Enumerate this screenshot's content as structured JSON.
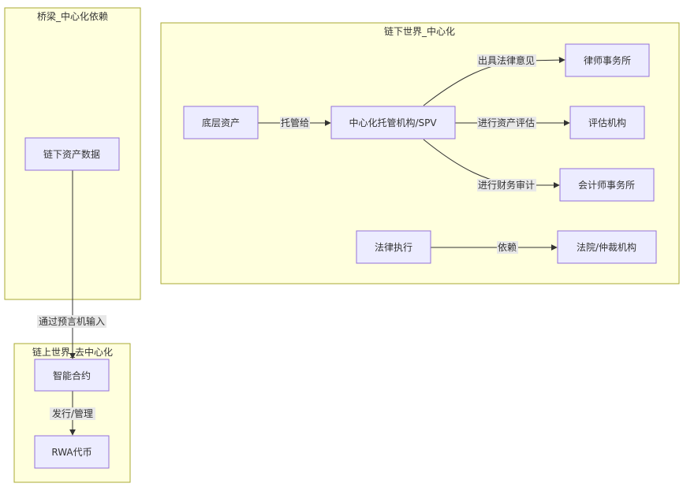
{
  "colors": {
    "cluster_fill": "#ffffde",
    "cluster_stroke": "#aaaa33",
    "node_fill": "#ececff",
    "node_stroke": "#9370db",
    "edge": "#333333",
    "edge_label_bg": "#e8e8e8"
  },
  "clusters": {
    "bridge": "桥梁_中心化依赖",
    "offchain": "链下世界_中心化",
    "onchain": "链上世界_去中心化"
  },
  "nodes": {
    "offchain_data": "链下资产数据",
    "underlying": "底层资产",
    "spv": "中心化托管机构/SPV",
    "law_firm": "律师事务所",
    "appraiser": "评估机构",
    "accounting": "会计师事务所",
    "enforcement": "法律执行",
    "court": "法院/仲裁机构",
    "smart_contract": "智能合约",
    "rwa_token": "RWA代币"
  },
  "edges": {
    "custody": "托管给",
    "legal_opinion": "出具法律意见",
    "valuation": "进行资产评估",
    "audit": "进行财务审计",
    "depends": "依赖",
    "oracle": "通过预言机输入",
    "issue": "发行/管理"
  }
}
